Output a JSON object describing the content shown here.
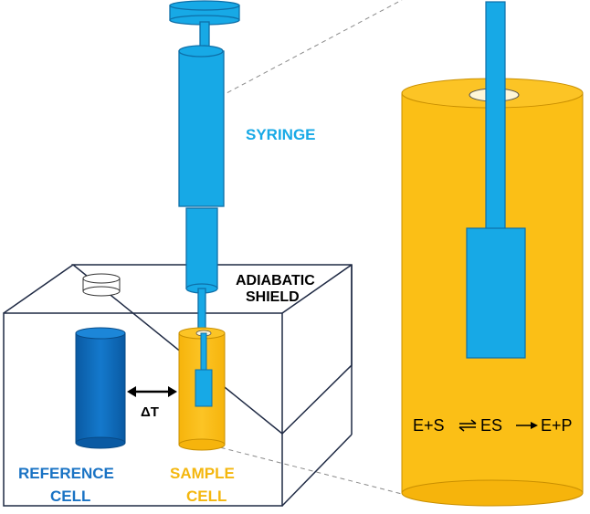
{
  "labels": {
    "syringe": "SYRINGE",
    "adiabatic_line1": "ADIABATIC",
    "adiabatic_line2": "SHIELD",
    "reference_line1": "REFERENCE",
    "reference_line2": "CELL",
    "sample_line1": "SAMPLE",
    "sample_line2": "CELL",
    "delta_t": "ΔT"
  },
  "reaction": {
    "left": "E+S",
    "middle": "ES",
    "right": "E+P"
  },
  "colors": {
    "syringe": "#17a9e6",
    "reference_cell": "#0f6fc0",
    "sample_cell": "#fbbf16",
    "shield_outline": "#1f2a44",
    "reference_text": "#1a73c4",
    "sample_text": "#f4b70f"
  }
}
